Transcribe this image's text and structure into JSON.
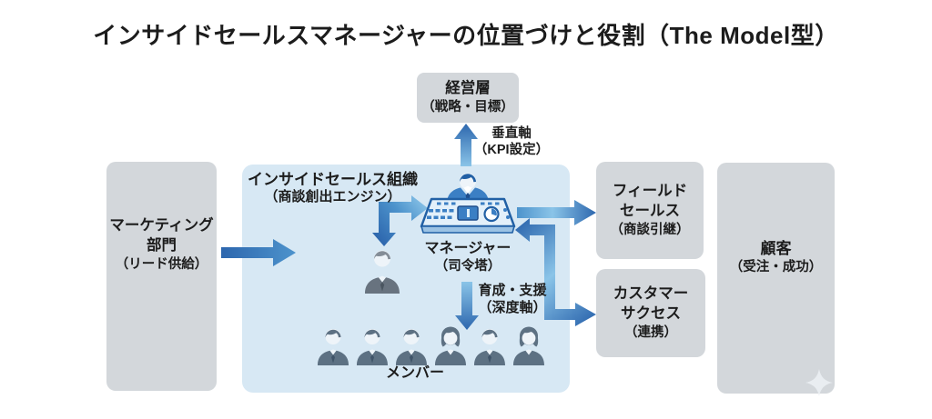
{
  "title": "インサイドセールスマネージャーの位置づけと役割（The Model型）",
  "boxes": {
    "executive": {
      "title": "経営層",
      "subtitle": "（戦略・目標）"
    },
    "marketing": {
      "title": "マーケティング",
      "title2": "部門",
      "subtitle": "（リード供給）"
    },
    "inside_sales_org": {
      "title": "インサイドセールス組織",
      "subtitle": "（商談創出エンジン）"
    },
    "manager": {
      "title": "マネージャー",
      "subtitle": "（司令塔）"
    },
    "field_sales": {
      "title": "フィールド",
      "title2": "セールス",
      "subtitle": "（商談引継）"
    },
    "customer_success": {
      "title": "カスタマー",
      "title2": "サクセス",
      "subtitle": "（連携）"
    },
    "customer": {
      "title": "顧客",
      "subtitle": "（受注・成功）"
    }
  },
  "labels": {
    "vertical_axis": "垂直軸",
    "vertical_axis_sub": "（KPI設定）",
    "development": "育成・支援",
    "development_sub": "（深度軸）"
  },
  "members": {
    "label": "メンバー",
    "count": 6,
    "genders": [
      "male",
      "male",
      "male",
      "female",
      "male",
      "female"
    ]
  },
  "icons": {
    "manager": "manager-at-console-icon",
    "supervisor": "business-person-icon",
    "member_male": "male-member-icon",
    "member_female": "female-member-icon",
    "sparkle": "sparkle-icon"
  },
  "colors": {
    "page_bg": "#ffffff",
    "text": "#1c1c1c",
    "gray_box_bg": "#d3d7db",
    "inside_box_bg": "#d7e8f4",
    "arrow_dark": "#2d67ae",
    "arrow_mid": "#4d93cc",
    "arrow_light": "#8ac4e8",
    "manager_suit": "#3b7fc4",
    "manager_outline": "#2160a5",
    "manager_navy": "#1f4e8c",
    "console_fill": "#e3f0fa",
    "member": "#5d7183",
    "member_dark": "#3f5368",
    "gray_person": "#68737f",
    "gray_person_hair": "#848d97",
    "face": "#eef4f9",
    "sparkle": "#e9edf1"
  }
}
